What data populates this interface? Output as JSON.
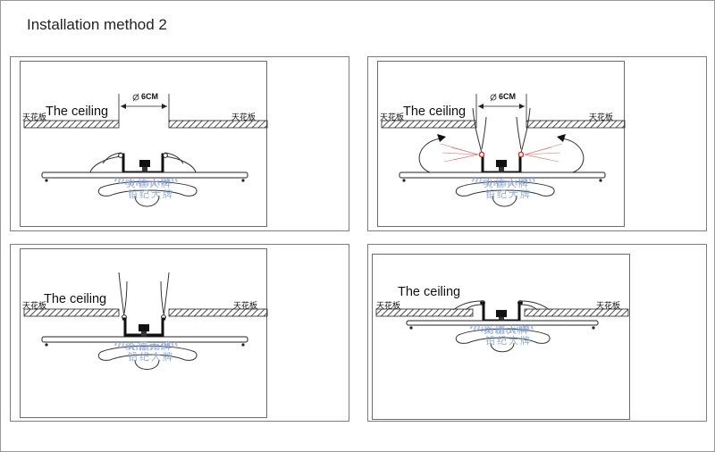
{
  "title": "Installation method 2",
  "panels": [
    {
      "ceiling_label": "The ceiling",
      "cn_left": "天花板",
      "cn_right": "天花板",
      "dimension": "6CM",
      "watermark_1": "炎德大牌",
      "watermark_2": "铅纪大牌"
    },
    {
      "ceiling_label": "The ceiling",
      "cn_left": "天花板",
      "cn_right": "天花板",
      "dimension": "6CM",
      "watermark_1": "炎德大牌",
      "watermark_2": "铅纪大牌"
    },
    {
      "ceiling_label": "The ceiling",
      "cn_left": "天花板",
      "cn_right": "天花板",
      "watermark_1": "炎德大牌",
      "watermark_2": "铅纪大牌"
    },
    {
      "ceiling_label": "The ceiling",
      "cn_left": "天花板",
      "cn_right": "天花板",
      "watermark_1": "炎德大牌",
      "watermark_2": "铅纪大牌"
    }
  ],
  "colors": {
    "arrow_red": "#d9342b",
    "watermark": "#7f9fd8"
  }
}
